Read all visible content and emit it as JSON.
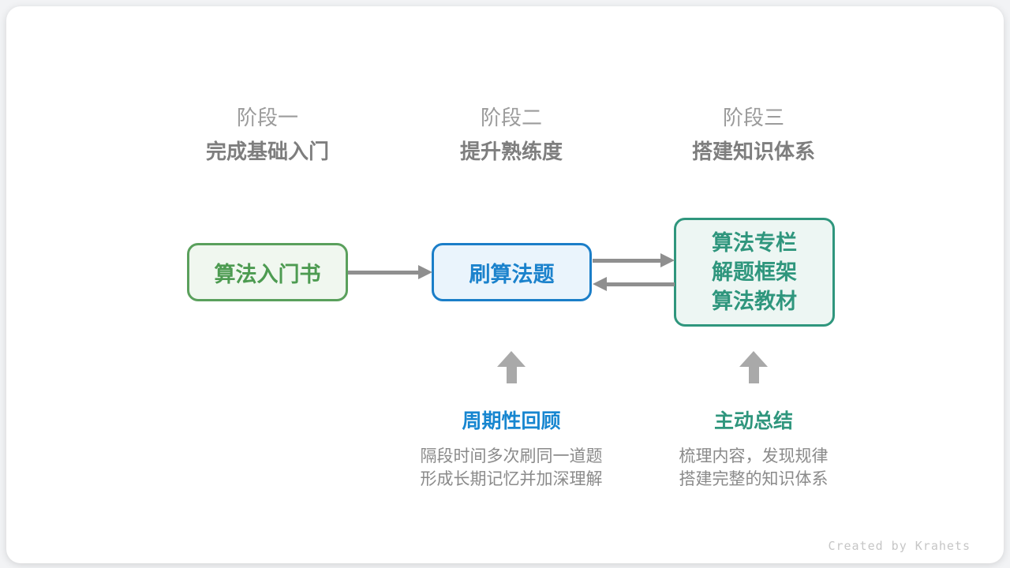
{
  "stages": [
    {
      "label": "阶段一",
      "subtitle": "完成基础入门"
    },
    {
      "label": "阶段二",
      "subtitle": "提升熟练度"
    },
    {
      "label": "阶段三",
      "subtitle": "搭建知识体系"
    }
  ],
  "boxes": [
    {
      "text": "算法入门书",
      "border_color": "#5aa05c",
      "bg_color": "#f0f7ef",
      "text_color": "#4d9b51"
    },
    {
      "text": "刷算法题",
      "border_color": "#1b7ec8",
      "bg_color": "#eaf4fc",
      "text_color": "#1b82cc"
    },
    {
      "lines": [
        "算法专栏",
        "解题框架",
        "算法教材"
      ],
      "border_color": "#2f967d",
      "bg_color": "#edf6f3",
      "text_color": "#2f967d"
    }
  ],
  "annotations": [
    {
      "title": "周期性回顾",
      "title_color": "#1786d0",
      "desc_lines": [
        "隔段时间多次刷同一道题",
        "形成长期记忆并加深理解"
      ]
    },
    {
      "title": "主动总结",
      "title_color": "#2f967d",
      "desc_lines": [
        "梳理内容，发现规律",
        "搭建完整的知识体系"
      ]
    }
  ],
  "arrows": {
    "horizontal_color": "#8f8f8f",
    "vertical_color": "#a9a9a9"
  },
  "footer": {
    "credit": "Created by Krahets"
  }
}
